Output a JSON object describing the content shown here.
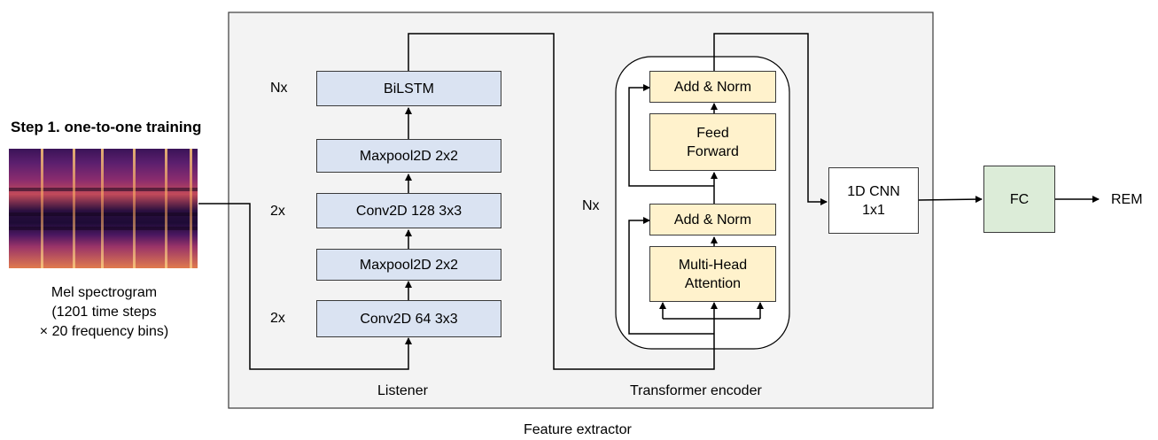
{
  "step_title": "Step 1. one-to-one training",
  "spectrogram_caption": [
    "Mel spectrogram",
    "(1201 time steps",
    "× 20 frequency bins)"
  ],
  "listener": {
    "label": "Listener",
    "blocks": [
      "BiLSTM",
      "Maxpool2D 2x2",
      "Conv2D 128 3x3",
      "Maxpool2D 2x2",
      "Conv2D 64 3x3"
    ],
    "repeat_top": "Nx",
    "repeat_mid": "2x",
    "repeat_bottom": "2x"
  },
  "transformer": {
    "label": "Transformer encoder",
    "repeat": "Nx",
    "add_norm_top": "Add & Norm",
    "feed_forward": [
      "Feed",
      "Forward"
    ],
    "add_norm_bottom": "Add & Norm",
    "attention": [
      "Multi-Head",
      "Attention"
    ]
  },
  "cnn": [
    "1D CNN",
    "1x1"
  ],
  "fc": "FC",
  "output": "REM",
  "feature_extractor_label": "Feature extractor",
  "colors": {
    "listener_block": "#dae3f2",
    "transformer_block": "#fff2cc",
    "fc_block": "#dcecd8",
    "extractor_bg": "#f3f3f3"
  }
}
